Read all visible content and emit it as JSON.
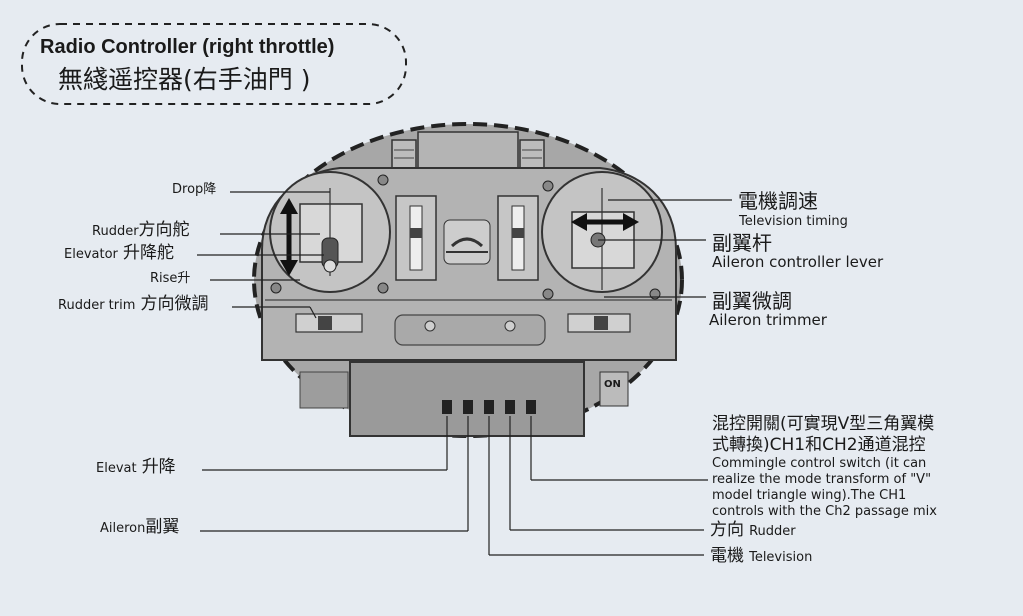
{
  "title": {
    "english": "Radio Controller (right throttle)",
    "chinese": "無綫遥控器(右手油門 )"
  },
  "labels": {
    "drop": "Drop降",
    "rudder_en": "Rudder",
    "rudder_zh": "方向舵",
    "elevator_en": "Elevator",
    "elevator_zh": "升降舵",
    "rise": "Rise升",
    "rudder_trim_en": "Rudder trim",
    "rudder_trim_zh": "方向微調",
    "motor_speed_zh": "電機調速",
    "motor_speed_en": "Television timing",
    "aileron_lever_zh": "副翼杆",
    "aileron_lever_en": "Aileron controller lever",
    "aileron_trim_zh": "副翼微調",
    "aileron_trim_en": "Aileron trimmer",
    "elevat_en": "Elevat",
    "elevat_zh": "升降",
    "aileron_en": "Aileron",
    "aileron_zh": "副翼",
    "mix_zh_line1": "混控開關(可實現V型三角翼模",
    "mix_zh_line2": "式轉換)CH1和CH2通道混控",
    "mix_en_lines": [
      "Commingle control switch (it can",
      "realize the mode transform of \"V\"",
      "model triangle wing).The CH1",
      "controls with the Ch2 passage mix"
    ],
    "direction_zh": "方向",
    "direction_en": "Rudder",
    "motor_zh": "電機",
    "motor_en": "Television",
    "on_switch": "ON"
  }
}
